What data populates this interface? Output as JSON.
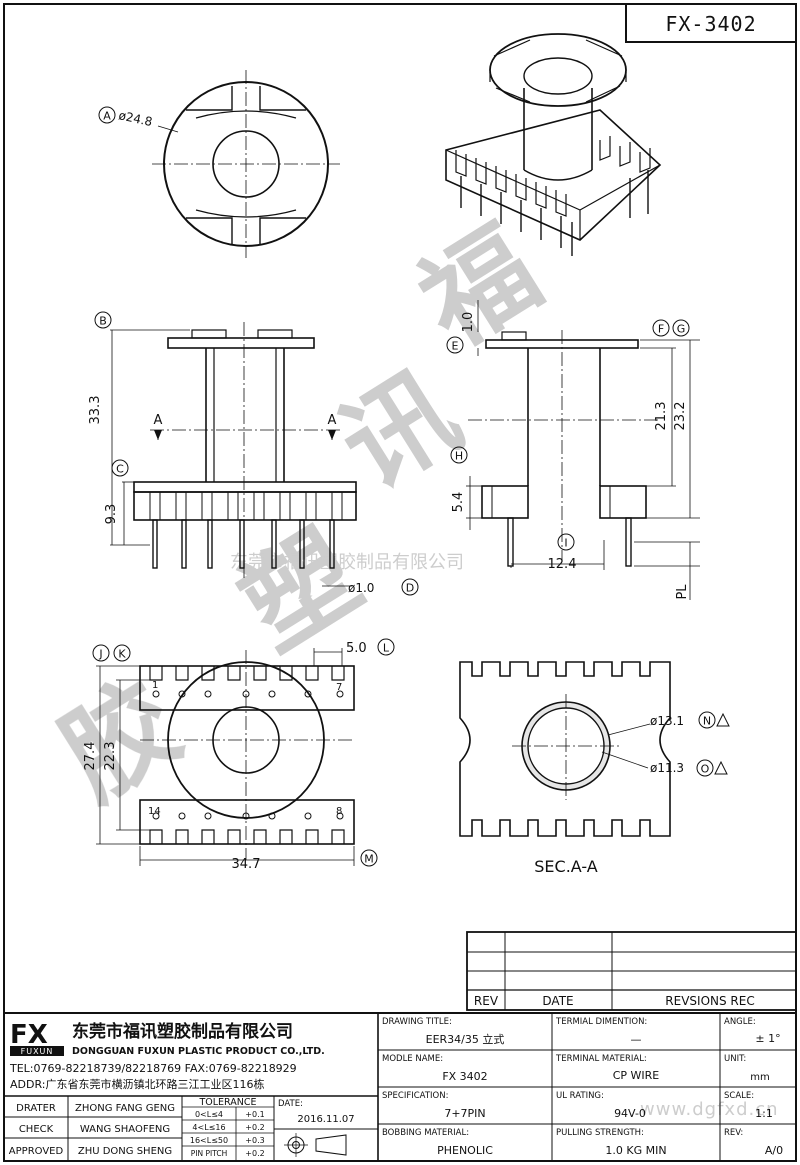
{
  "drawing_number": "FX-3402",
  "views": {
    "top": {
      "callout": "A",
      "diameter": "ø24.8"
    },
    "front": {
      "callouts": [
        "B",
        "C",
        "D"
      ],
      "height_total": "33.3",
      "height_base": "9.3",
      "section_mark": "A",
      "pin_diameter": "ø1.0"
    },
    "side": {
      "callouts": [
        "E",
        "F",
        "G",
        "H",
        "I"
      ],
      "flange_thk": "1.0",
      "height_inner": "21.3",
      "height_outer": "23.2",
      "base_height": "5.4",
      "pin_span": "12.4",
      "pin_length": "PL"
    },
    "bottom": {
      "callouts": [
        "J",
        "K",
        "L",
        "M"
      ],
      "width_outer": "27.4",
      "width_inner": "22.3",
      "pitch": "5.0",
      "length": "34.7",
      "pin_labels": [
        "1",
        "7",
        "14",
        "8"
      ]
    },
    "section": {
      "callouts": [
        "N",
        "O"
      ],
      "outer_dia": "ø13.1",
      "inner_dia": "ø11.3",
      "caption": "SEC.A-A"
    }
  },
  "watermark": {
    "company_cn": "东莞市福讯塑胶制品有限公司",
    "site": "www.dgfxd.cn",
    "big_chars": [
      "福",
      "讯",
      "塑",
      "胶"
    ]
  },
  "revision_table": {
    "headers": [
      "REV",
      "DATE",
      "REVSIONS REC"
    ]
  },
  "title_block": {
    "logo": "FX",
    "logo_sub": "FUXUN",
    "company_cn": "东莞市福讯塑胶制品有限公司",
    "company_en": "DONGGUAN FUXUN PLASTIC PRODUCT CO.,LTD.",
    "contact": "TEL:0769-82218739/82218769 FAX:0769-82218929",
    "address": "ADDR:广东省东莞市横沥镇北环路三江工业区116栋",
    "signers": [
      {
        "role": "DRATER",
        "name": "ZHONG FANG GENG"
      },
      {
        "role": "CHECK",
        "name": "WANG SHAOFENG"
      },
      {
        "role": "APPROVED",
        "name": "ZHU DONG SHENG"
      }
    ],
    "tolerance_title": "TOLERANCE",
    "tolerance_rows": [
      {
        "range": "0<L≤4",
        "value": "+0.1"
      },
      {
        "range": "4<L≤16",
        "value": "+0.2"
      },
      {
        "range": "16<L≤50",
        "value": "+0.3"
      },
      {
        "range": "PIN PITCH",
        "value": "+0.2"
      }
    ],
    "date_label": "DATE:",
    "date_value": "2016.11.07",
    "fields": [
      {
        "label": "DRAWING TITLE:",
        "value": "EER34/35 立式"
      },
      {
        "label": "TERMIAL DIMENTION:",
        "value": "—"
      },
      {
        "label": "ANGLE:",
        "value": "± 1°"
      },
      {
        "label": "MODLE NAME:",
        "value": "FX 3402"
      },
      {
        "label": "TERMINAL MATERIAL:",
        "value": "CP WIRE"
      },
      {
        "label": "UNIT:",
        "value": "mm"
      },
      {
        "label": "SPECIFICATION:",
        "value": "7+7PIN"
      },
      {
        "label": "UL RATING:",
        "value": "94V-0"
      },
      {
        "label": "SCALE:",
        "value": "1:1"
      },
      {
        "label": "BOBBING MATERIAL:",
        "value": "PHENOLIC"
      },
      {
        "label": "PULLING STRENGTH:",
        "value": "1.0 KG MIN"
      },
      {
        "label": "REV:",
        "value": "A/0"
      }
    ]
  }
}
